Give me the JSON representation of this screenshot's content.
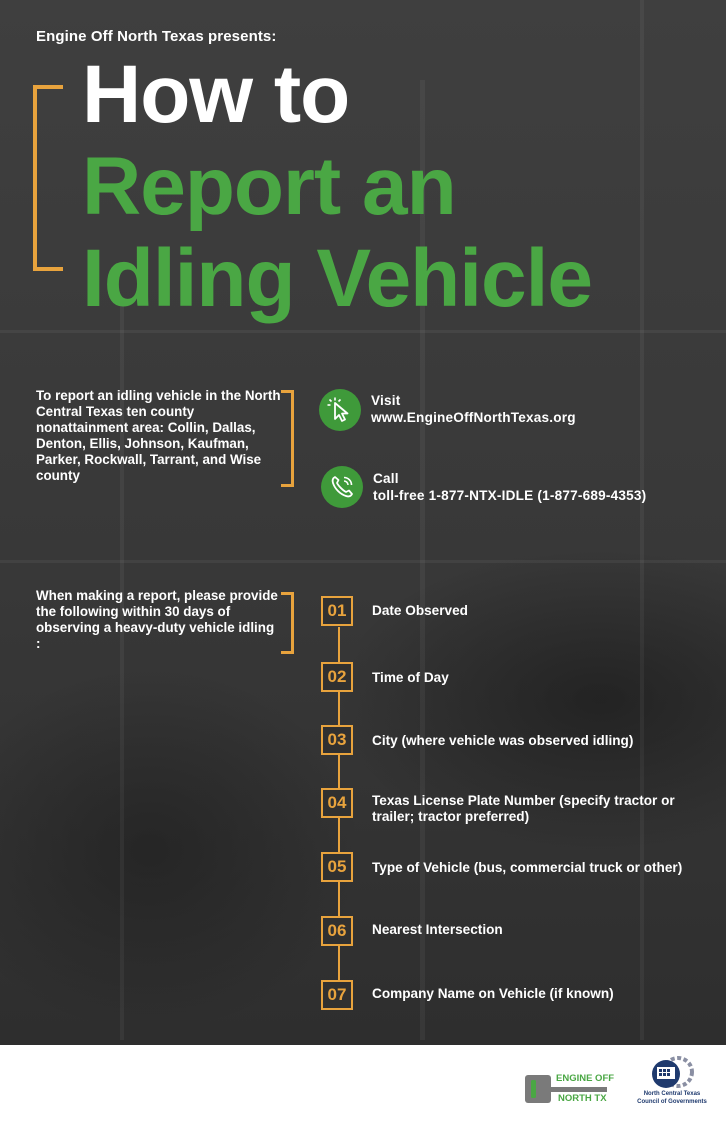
{
  "header": {
    "presents": "Engine Off North Texas presents:",
    "title_line1": "How to",
    "title_line2": "Report an",
    "title_line3": "Idling Vehicle"
  },
  "area_info": {
    "text": "To report an idling vehicle in the North Central Texas ten county nonattainment area: Collin, Dallas, Denton, Ellis, Johnson, Kaufman, Parker, Rockwall, Tarrant, and Wise county"
  },
  "contacts": [
    {
      "label": "Visit",
      "detail": "www.EngineOffNorthTexas.org",
      "icon": "cursor-click-icon"
    },
    {
      "label": "Call",
      "detail": "toll-free 1-877-NTX-IDLE (1-877-689-4353)",
      "icon": "phone-icon"
    }
  ],
  "report_info": {
    "text": "When making a report, please provide the following within 30 days of observing a heavy-duty vehicle idling :"
  },
  "steps": [
    {
      "number": "01",
      "label": "Date Observed"
    },
    {
      "number": "02",
      "label": "Time of Day"
    },
    {
      "number": "03",
      "label": "City (where vehicle was observed idling)"
    },
    {
      "number": "04",
      "label": "Texas License Plate Number (specify tractor or trailer; tractor preferred)"
    },
    {
      "number": "05",
      "label": "Type of Vehicle (bus, commercial truck or other)"
    },
    {
      "number": "06",
      "label": "Nearest Intersection"
    },
    {
      "number": "07",
      "label": "Company Name on Vehicle (if known)"
    }
  ],
  "footer": {
    "logo1_line1": "ENGINE OFF",
    "logo1_line2": "NORTH TX",
    "logo2_line1": "North Central Texas",
    "logo2_line2": "Council of Governments"
  },
  "colors": {
    "accent_orange": "#e8a33d",
    "brand_green": "#4aa744",
    "background": "#3b3b3b"
  }
}
